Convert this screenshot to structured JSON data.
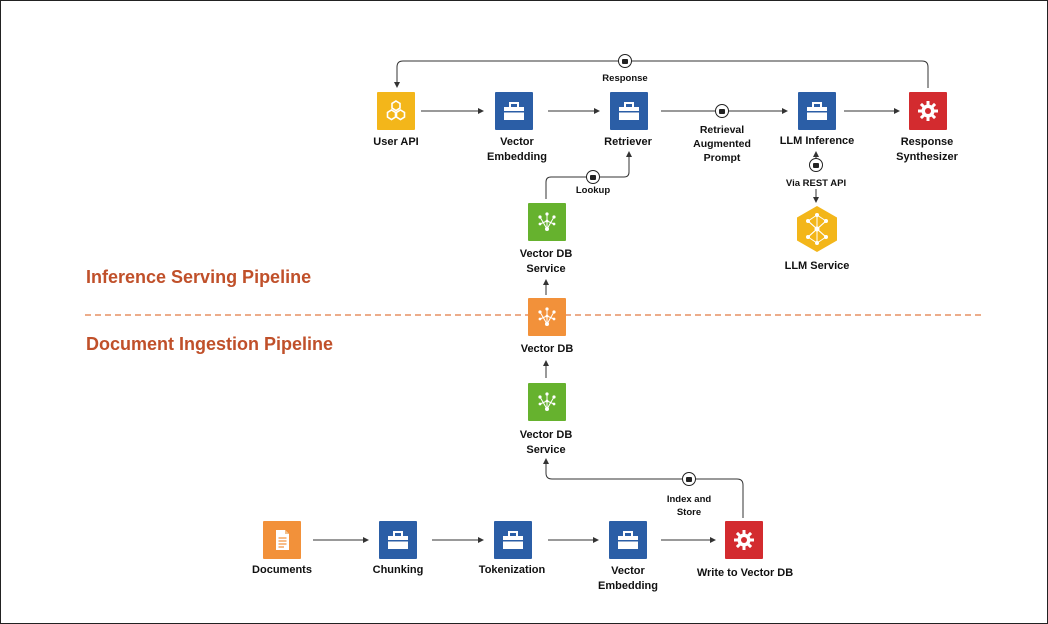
{
  "colors": {
    "blue": "#2b5ea6",
    "yellow": "#f3b61a",
    "red": "#d32b2f",
    "green": "#66b22e",
    "orange": "#f2913a",
    "title": "#c0502a",
    "divider": "#e07b45"
  },
  "sections": {
    "inference": "Inference Serving Pipeline",
    "ingestion": "Document Ingestion Pipeline"
  },
  "nodes": {
    "user_api": {
      "label": "User API",
      "icon": "hexagon-cluster-icon"
    },
    "vector_embedding_top": {
      "label": "Vector\nEmbedding",
      "icon": "toolbox-icon"
    },
    "retriever": {
      "label": "Retriever",
      "icon": "toolbox-icon"
    },
    "llm_inference": {
      "label": "LLM Inference",
      "icon": "toolbox-icon"
    },
    "response_synth": {
      "label": "Response\nSynthesizer",
      "icon": "gear-icon"
    },
    "llm_service": {
      "label": "LLM Service",
      "icon": "neural-network-icon"
    },
    "vector_db_service_top": {
      "label": "Vector DB\nService",
      "icon": "network-arrows-icon"
    },
    "vector_db": {
      "label": "Vector DB",
      "icon": "network-arrows-icon"
    },
    "vector_db_service_bottom": {
      "label": "Vector DB\nService",
      "icon": "network-arrows-icon"
    },
    "documents": {
      "label": "Documents",
      "icon": "document-icon"
    },
    "chunking": {
      "label": "Chunking",
      "icon": "toolbox-icon"
    },
    "tokenization": {
      "label": "Tokenization",
      "icon": "toolbox-icon"
    },
    "vector_embedding_bottom": {
      "label": "Vector\nEmbedding",
      "icon": "toolbox-icon"
    },
    "write_vector_db": {
      "label": "Write to Vector DB",
      "icon": "gear-icon"
    }
  },
  "edges": {
    "response": "Response",
    "retrieval_prompt": "Retrieval\nAugmented\nPrompt",
    "lookup": "Lookup",
    "via_rest": "Via REST API",
    "index_store": "Index and\nStore"
  }
}
